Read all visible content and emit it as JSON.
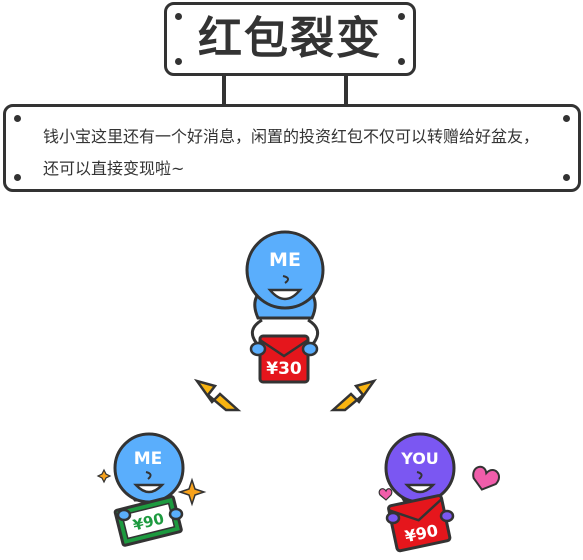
{
  "title": "红包裂变",
  "description": "钱小宝这里还有一个好消息，闲置的投资红包不仅可以转赠给好盆友，还可以直接变现啦~",
  "characters": {
    "top": {
      "label": "ME",
      "envelope": "¥30",
      "color": "#5aaefc"
    },
    "left": {
      "label": "ME",
      "money": "¥90",
      "color": "#5aaefc"
    },
    "right": {
      "label": "YOU",
      "envelope": "¥90",
      "color": "#7b57f2"
    }
  },
  "colors": {
    "arrow": "#f9b410",
    "envelope": "#e5161c",
    "money": "#1d9a3f",
    "heart": "#f05daa",
    "sparkle": "#f7a21c"
  }
}
